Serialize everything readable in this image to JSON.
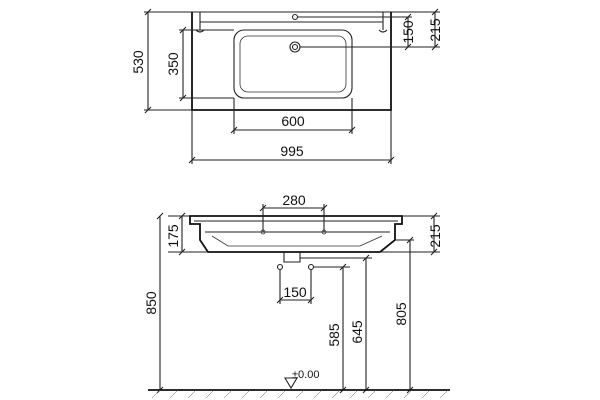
{
  "dimensions": {
    "top_view": {
      "depth_total": "530",
      "basin_depth": "350",
      "tap_to_drain": "150",
      "tap_offset": "215",
      "basin_width": "600",
      "overall_width": "995"
    },
    "front_view": {
      "waste_spacing": "280",
      "front_height": "175",
      "side_height": "215",
      "pipe_spacing": "150",
      "top_height": "850",
      "pipe_height_1": "585",
      "pipe_height_2": "645",
      "pipe_height_3": "805",
      "floor_level": "±0.00"
    }
  }
}
